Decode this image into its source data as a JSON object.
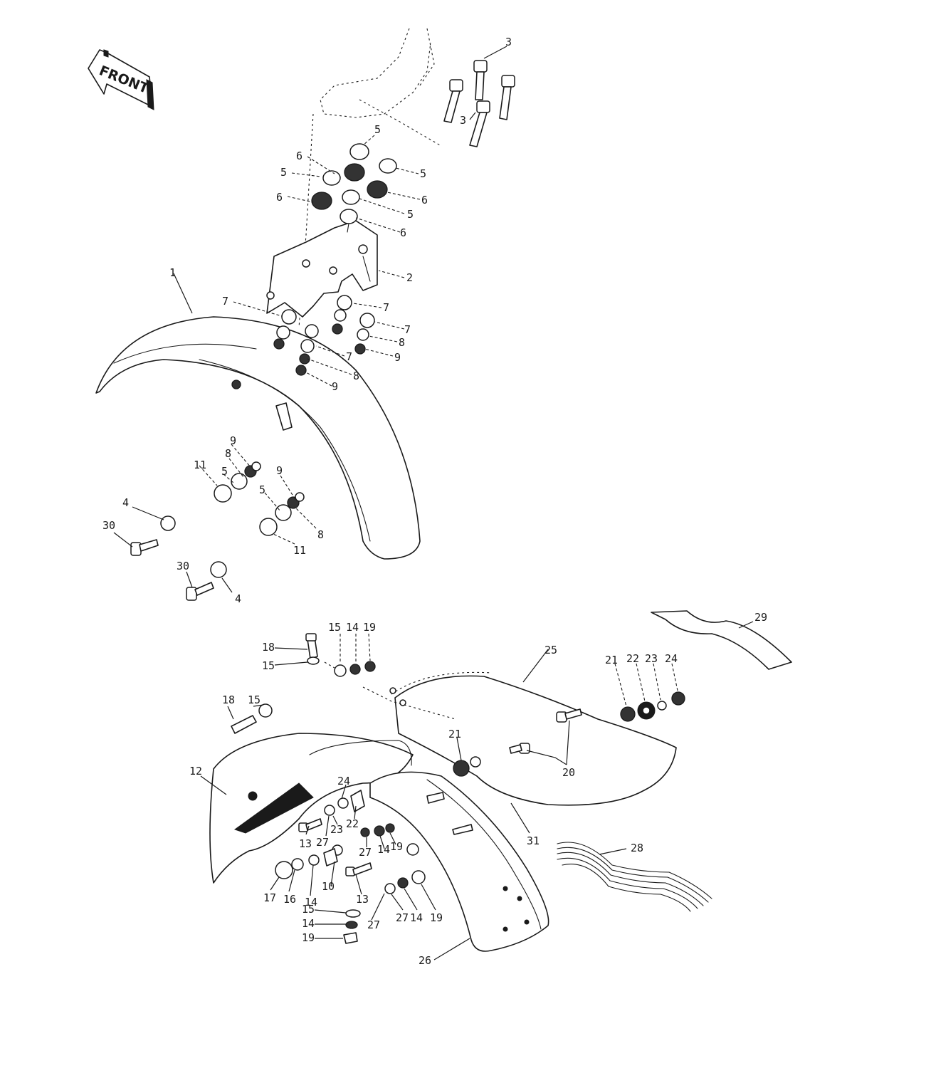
{
  "front_label": "FRONT",
  "callouts": [
    {
      "id": "c3a",
      "text": "3"
    },
    {
      "id": "c3b",
      "text": "3"
    },
    {
      "id": "c5a",
      "text": "5"
    },
    {
      "id": "c6a",
      "text": "6"
    },
    {
      "id": "c5b",
      "text": "5"
    },
    {
      "id": "c5c",
      "text": "5"
    },
    {
      "id": "c6b",
      "text": "6"
    },
    {
      "id": "c6c",
      "text": "6"
    },
    {
      "id": "c5d",
      "text": "5"
    },
    {
      "id": "c6d",
      "text": "6"
    },
    {
      "id": "c2",
      "text": "2"
    },
    {
      "id": "c1",
      "text": "1"
    },
    {
      "id": "c7a",
      "text": "7"
    },
    {
      "id": "c7b",
      "text": "7"
    },
    {
      "id": "c7c",
      "text": "7"
    },
    {
      "id": "c8a",
      "text": "8"
    },
    {
      "id": "c9a",
      "text": "9"
    },
    {
      "id": "c7d",
      "text": "7"
    },
    {
      "id": "c8b",
      "text": "8"
    },
    {
      "id": "c9b",
      "text": "9"
    },
    {
      "id": "c9c",
      "text": "9"
    },
    {
      "id": "c8c",
      "text": "8"
    },
    {
      "id": "c11a",
      "text": "11"
    },
    {
      "id": "c5e",
      "text": "5"
    },
    {
      "id": "c9d",
      "text": "9"
    },
    {
      "id": "c5f",
      "text": "5"
    },
    {
      "id": "c8d",
      "text": "8"
    },
    {
      "id": "c11b",
      "text": "11"
    },
    {
      "id": "c4a",
      "text": "4"
    },
    {
      "id": "c30a",
      "text": "30"
    },
    {
      "id": "c30b",
      "text": "30"
    },
    {
      "id": "c4b",
      "text": "4"
    },
    {
      "id": "c15a",
      "text": "15"
    },
    {
      "id": "c14a",
      "text": "14"
    },
    {
      "id": "c19a",
      "text": "19"
    },
    {
      "id": "c18a",
      "text": "18"
    },
    {
      "id": "c15b",
      "text": "15"
    },
    {
      "id": "c18b",
      "text": "18"
    },
    {
      "id": "c15c",
      "text": "15"
    },
    {
      "id": "c25",
      "text": "25"
    },
    {
      "id": "c29",
      "text": "29"
    },
    {
      "id": "c21a",
      "text": "21"
    },
    {
      "id": "c22a",
      "text": "22"
    },
    {
      "id": "c23a",
      "text": "23"
    },
    {
      "id": "c24a",
      "text": "24"
    },
    {
      "id": "c21b",
      "text": "21"
    },
    {
      "id": "c20",
      "text": "20"
    },
    {
      "id": "c12",
      "text": "12"
    },
    {
      "id": "c24b",
      "text": "24"
    },
    {
      "id": "c22b",
      "text": "22"
    },
    {
      "id": "c13a",
      "text": "13"
    },
    {
      "id": "c27a",
      "text": "27"
    },
    {
      "id": "c23b",
      "text": "23"
    },
    {
      "id": "c27b",
      "text": "27"
    },
    {
      "id": "c14b",
      "text": "14"
    },
    {
      "id": "c19b",
      "text": "19"
    },
    {
      "id": "c31",
      "text": "31"
    },
    {
      "id": "c28",
      "text": "28"
    },
    {
      "id": "c10",
      "text": "10"
    },
    {
      "id": "c13b",
      "text": "13"
    },
    {
      "id": "c17",
      "text": "17"
    },
    {
      "id": "c16",
      "text": "16"
    },
    {
      "id": "c14c",
      "text": "14"
    },
    {
      "id": "c15d",
      "text": "15"
    },
    {
      "id": "c14d",
      "text": "14"
    },
    {
      "id": "c19c",
      "text": "19"
    },
    {
      "id": "c27c",
      "text": "27"
    },
    {
      "id": "c27d",
      "text": "27"
    },
    {
      "id": "c14e",
      "text": "14"
    },
    {
      "id": "c19d",
      "text": "19"
    },
    {
      "id": "c26",
      "text": "26"
    }
  ]
}
